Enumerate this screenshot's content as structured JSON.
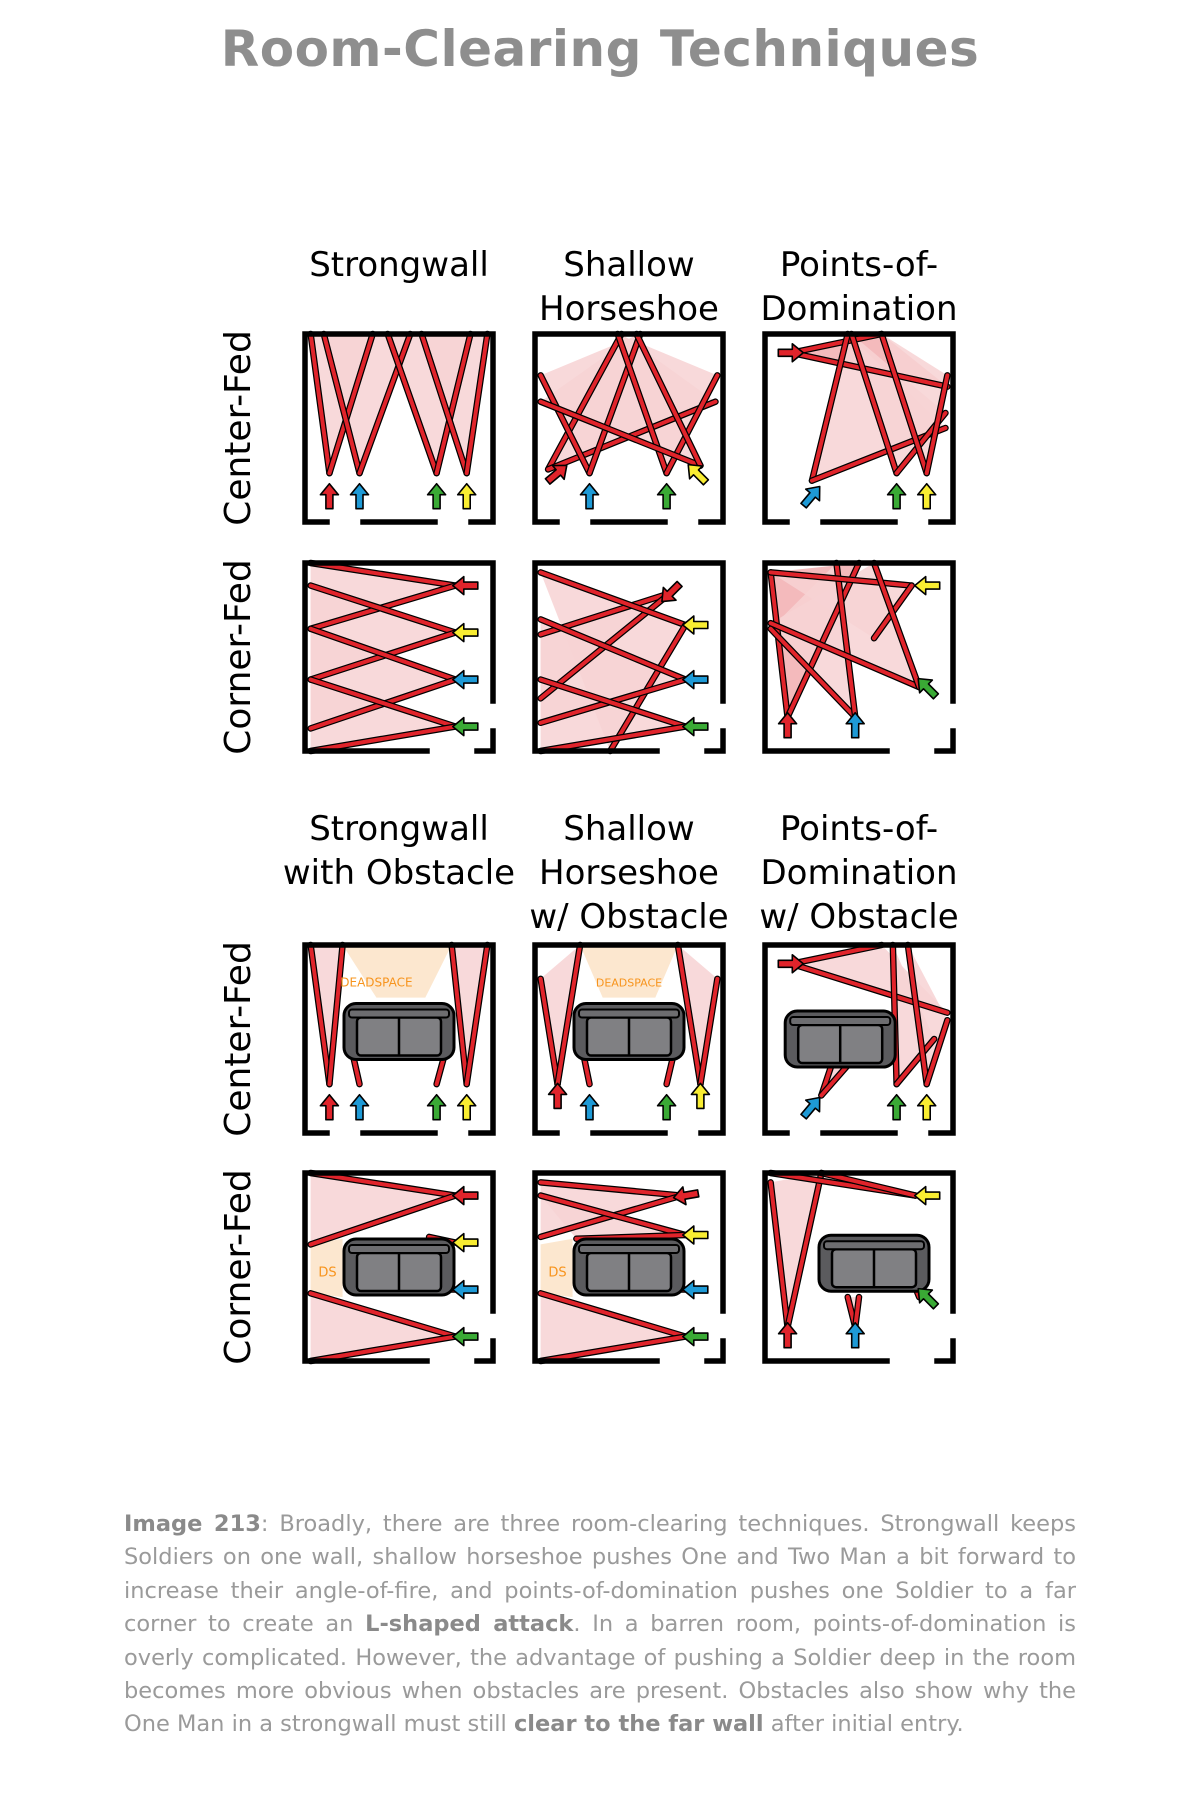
{
  "title": "Room-Clearing Techniques",
  "columns_top": [
    "Strongwall",
    "Shallow\nHorseshoe",
    "Points-of-\nDomination"
  ],
  "columns_bottom": [
    "Strongwall\nwith Obstacle",
    "Shallow\nHorseshoe\nw/ Obstacle",
    "Points-of-\nDomination\nw/ Obstacle"
  ],
  "rows": [
    "Center-Fed",
    "Corner-Fed",
    "Center-Fed",
    "Corner-Fed"
  ],
  "labels": {
    "deadspace": "DEADSPACE",
    "ds": "DS"
  },
  "colors": {
    "wall": "#000000",
    "fire_line": "#e0242b",
    "fire_fill": "#f7d2d3",
    "fire_fill_dark": "#f2aeb0",
    "deadspace_fill": "#fce7cf",
    "deadspace_text": "#f7941d",
    "obstacle": "#808083",
    "arrow_red": "#e0242b",
    "arrow_blue": "#1e9ad6",
    "arrow_green": "#3aaa35",
    "arrow_yellow": "#f9ed32",
    "title": "#8e8e8e",
    "caption": "#9a9a9a"
  },
  "icons": [
    "entry-arrow-icon",
    "couch-icon"
  ],
  "caption": {
    "label": "Image 213",
    "t1": ": Broadly, there are three room-clearing techniques. Strongwall keeps Soldiers on one wall, shallow horseshoe pushes One and Two Man a bit forward to increase their angle-of-fire, and points-of-domination pushes one Soldier to a far corner to create an ",
    "b1": "L-shaped attack",
    "t2": ". In a barren room, points-of-domination is overly complicated. However, the advantage of pushing a Soldier deep in the room becomes more obvious when obstacles are present. Obstacles also show why the One Man in a strongwall must still ",
    "b2": "clear to the far wall",
    "t3": " after initial entry."
  }
}
